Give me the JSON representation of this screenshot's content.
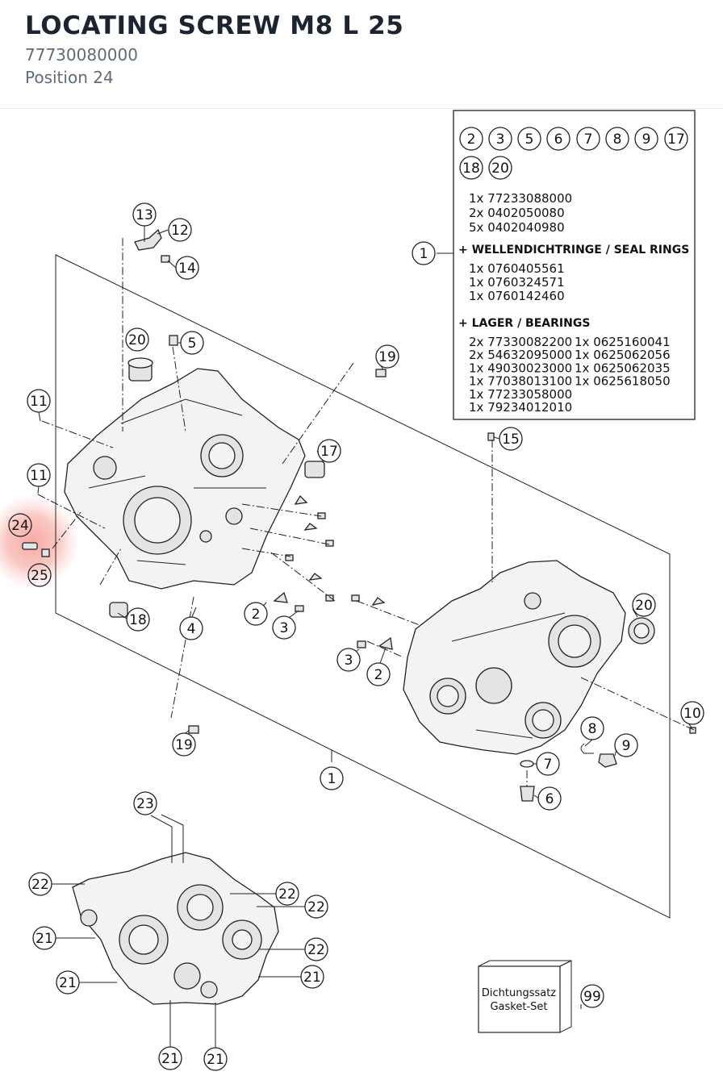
{
  "header": {
    "title": "LOCATING SCREW M8 L 25",
    "part_number": "77730080000",
    "position": "Position 24"
  },
  "highlight": {
    "position_labels": [
      "24",
      "25"
    ],
    "color": "#f28c82"
  },
  "kit_box": {
    "circled_numbers": [
      "2",
      "3",
      "5",
      "6",
      "7",
      "8",
      "9",
      "17",
      "18",
      "20"
    ],
    "callout": "1",
    "lines_top": [
      "1x 77233088000",
      "2x 0402050080",
      "5x 0402040980"
    ],
    "seal_rings_heading": "+ WELLENDICHTRINGE / SEAL RINGS",
    "seal_rings": [
      "1x 0760405561",
      "1x 0760324571",
      "1x 0760142460"
    ],
    "bearings_heading": "+ LAGER / BEARINGS",
    "bearings_left": [
      "2x 77330082200",
      "2x 54632095000",
      "1x 49030023000",
      "1x 77038013100",
      "1x 77233058000",
      "1x 79234012010"
    ],
    "bearings_right": [
      "1x 0625160041",
      "1x 0625062056",
      "1x 0625062035",
      "1x 0625618050"
    ]
  },
  "gasket_set": {
    "line1": "Dichtungssatz",
    "line2": "Gasket-Set",
    "callout": "99"
  },
  "callouts": {
    "c13": "13",
    "c12": "12",
    "c14": "14",
    "c20a": "20",
    "c5": "5",
    "c19a": "19",
    "c11a": "11",
    "c11b": "11",
    "c17": "17",
    "c15": "15",
    "c24": "24",
    "c25": "25",
    "c2a": "2",
    "c3a": "3",
    "c4": "4",
    "c18": "18",
    "c20b": "20",
    "c3b": "3",
    "c2b": "2",
    "c19b": "19",
    "c1": "1",
    "c10": "10",
    "c8": "8",
    "c9": "9",
    "c7": "7",
    "c6": "6",
    "c23": "23",
    "c22a": "22",
    "c22b": "22",
    "c22c": "22",
    "c22d": "22",
    "c21a": "21",
    "c21b": "21",
    "c21c": "21",
    "c21d": "21",
    "c21e": "21"
  }
}
